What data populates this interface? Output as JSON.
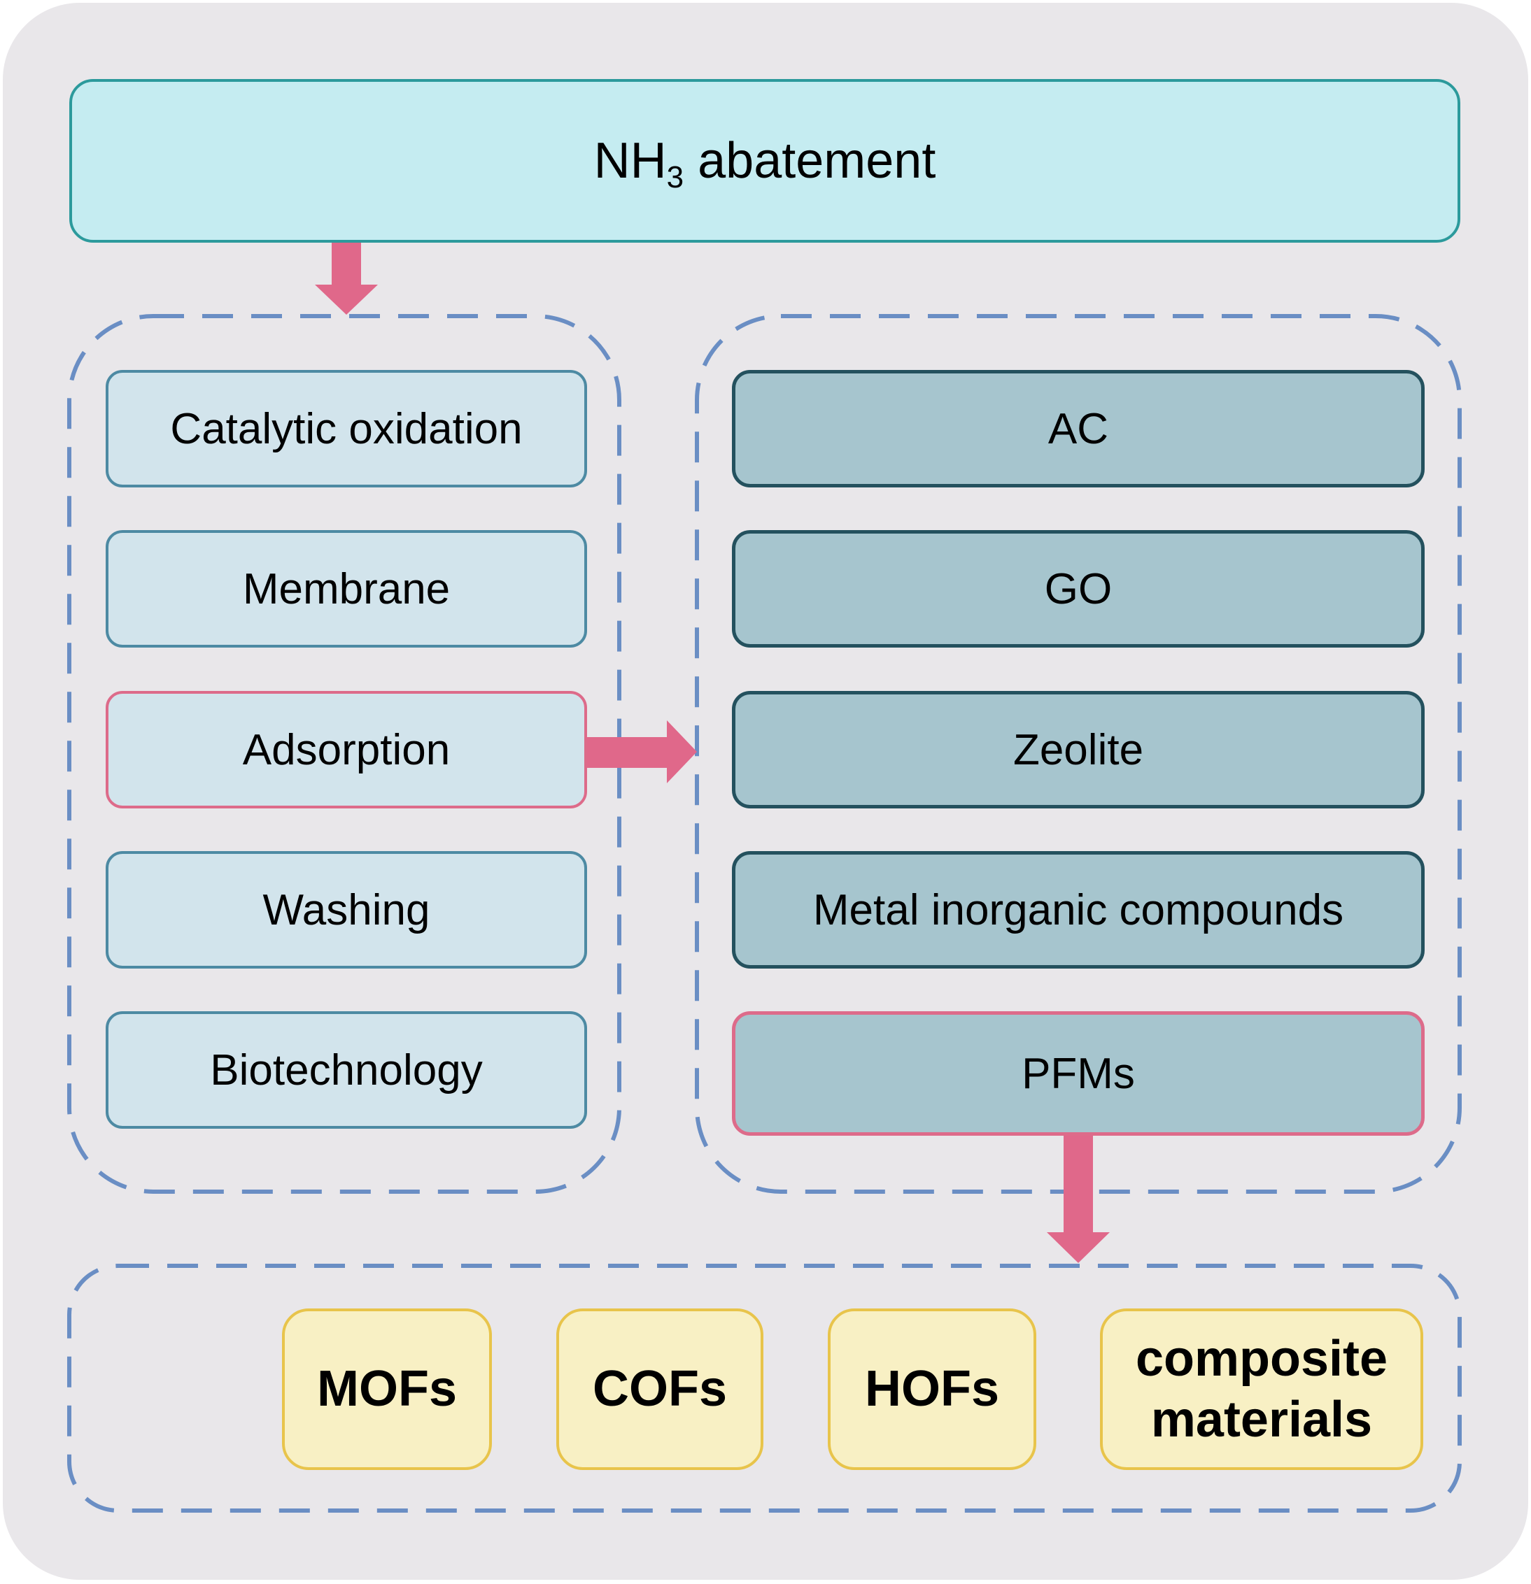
{
  "header": {
    "title_main": "NH",
    "title_sub": "3",
    "title_rest": " abatement"
  },
  "methods": [
    {
      "label": "Catalytic oxidation",
      "highlighted": false
    },
    {
      "label": "Membrane",
      "highlighted": false
    },
    {
      "label": "Adsorption",
      "highlighted": true
    },
    {
      "label": "Washing",
      "highlighted": false
    },
    {
      "label": "Biotechnology",
      "highlighted": false
    }
  ],
  "materials": [
    {
      "label": "AC",
      "highlighted": false
    },
    {
      "label": "GO",
      "highlighted": false
    },
    {
      "label": "Zeolite",
      "highlighted": false
    },
    {
      "label": "Metal inorganic compounds",
      "highlighted": false
    },
    {
      "label": "PFMs",
      "highlighted": true
    }
  ],
  "pfm_types": [
    {
      "label": "MOFs"
    },
    {
      "label": "COFs"
    },
    {
      "label": "HOFs"
    },
    {
      "label": "composite\nmaterials"
    }
  ],
  "colors": {
    "background": "#e9e7ea",
    "header_fill": "#c5ecf1",
    "header_border": "#2c9a9c",
    "method_fill": "#d2e4ec",
    "method_border": "#4d8aa3",
    "material_fill": "#a6c5ce",
    "material_border": "#24515e",
    "pfm_fill": "#f8f0c4",
    "pfm_border": "#e8c44b",
    "highlight_border": "#dd6b8a",
    "arrow": "#e0688a",
    "dashed_group": "#6a8ec4"
  }
}
